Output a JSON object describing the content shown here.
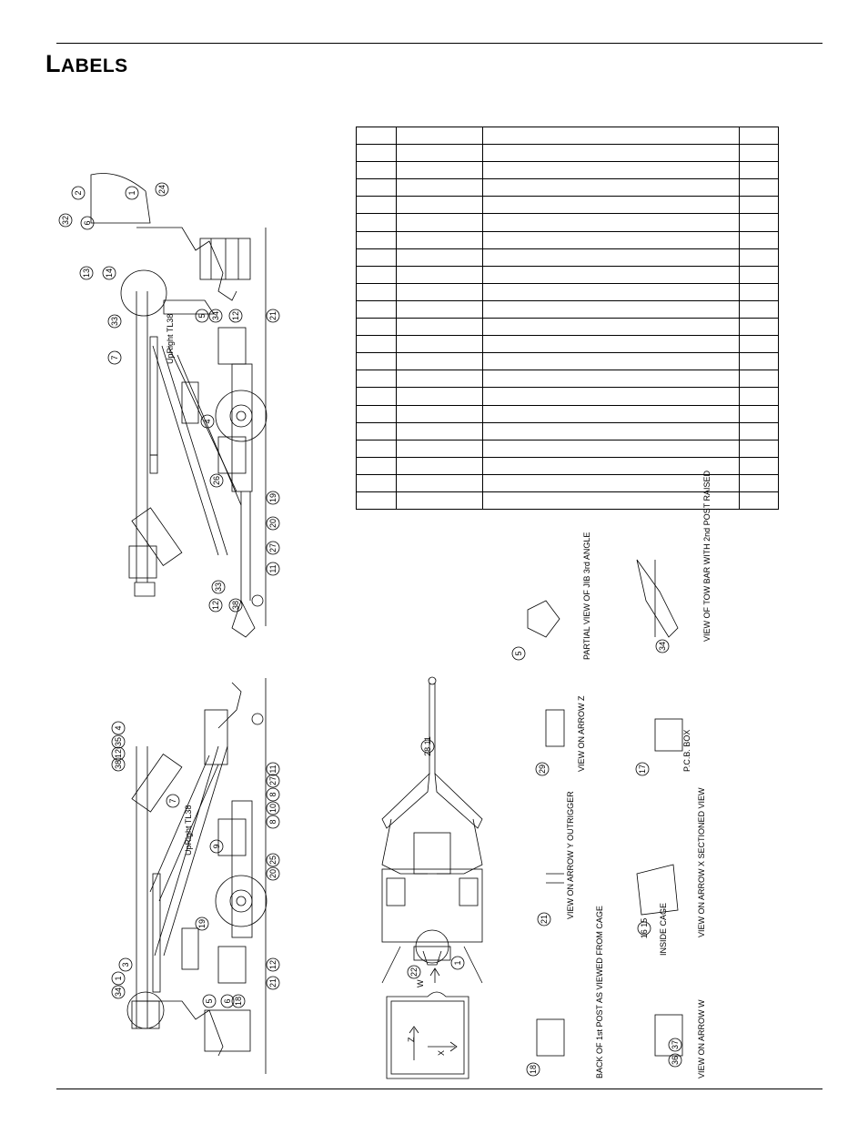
{
  "page": {
    "title_first": "L",
    "title_rest": "ABELS"
  },
  "table": {
    "rows": 22,
    "columns": 4
  },
  "drawing": {
    "upper_callouts": [
      "2",
      "1",
      "24",
      "32",
      "6",
      "13",
      "14",
      "5",
      "34",
      "12",
      "21",
      "33",
      "7",
      "4",
      "26",
      "19",
      "20",
      "27",
      "11",
      "33",
      "12",
      "38"
    ],
    "lower_callouts": [
      "4",
      "35",
      "12",
      "38",
      "11",
      "7",
      "27",
      "8",
      "10",
      "8",
      "9",
      "25",
      "20",
      "19",
      "3",
      "1",
      "34",
      "5",
      "6",
      "18",
      "12",
      "21"
    ],
    "upright_text": "UpRight TL38",
    "views": {
      "tow_bar": "VIEW OF TOW BAR WITH 2nd POST RAISED",
      "partial_jib": "PARTIAL VIEW OF JIB 3rd ANGLE",
      "arrow_z": "VIEW ON ARROW Z",
      "pcb_box": "P.C.B. BOX",
      "arrow_y": "VIEW ON ARROW Y OUTRIGGER",
      "arrow_x": "VIEW ON ARROW X SECTIONED VIEW",
      "inside_cage": "INSIDE CAGE",
      "back_post": "BACK OF 1st POST AS VIEWED FROM CAGE",
      "arrow_w": "VIEW ON ARROW W"
    },
    "view_callouts": {
      "tow_bar": "34",
      "partial_jib": "5",
      "arrow_z": "29",
      "pcb_box": "17",
      "arrow_y": "21",
      "arrow_x": "16 15",
      "back_post": "18",
      "arrow_w_a": "37",
      "arrow_w_b": "36",
      "plan_a": "28 11",
      "plan_b": "22",
      "plan_c": "1",
      "cage_w": "W",
      "cage_z": "Z",
      "cage_x": "X"
    }
  }
}
